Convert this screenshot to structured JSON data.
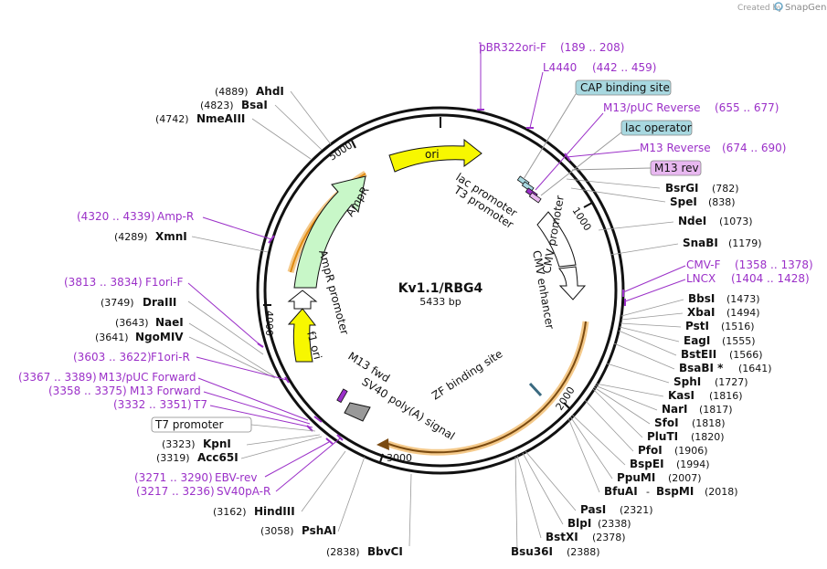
{
  "app": {
    "credit_prefix": "Created by",
    "credit_brand": "SnapGene"
  },
  "plasmid": {
    "name": "Kv1.1/RBG4",
    "size": "5433 bp"
  },
  "ticks": [
    "1000",
    "2000",
    "3000",
    "4000",
    "5000"
  ],
  "features_inner": [
    "ori",
    "AmpR",
    "AmpR promoter",
    "f1 ori",
    "CMV enhancer",
    "CMV promoter",
    "lac promoter",
    "T3 promoter",
    "ZF binding site",
    "M13 fwd",
    "SV40 poly(A) signal"
  ],
  "boxed": [
    "CAP binding site",
    "lac operator",
    "M13 rev",
    "T7 promoter"
  ],
  "primers": [
    {
      "name": "pBR322ori-F",
      "range": "(189 .. 208)"
    },
    {
      "name": "L4440",
      "range": "(442 .. 459)"
    },
    {
      "name": "M13/pUC Reverse",
      "range": "(655 .. 677)"
    },
    {
      "name": "M13 Reverse",
      "range": "(674 .. 690)"
    },
    {
      "name": "CMV-F",
      "range": "(1358 .. 1378)"
    },
    {
      "name": "LNCX",
      "range": "(1404 .. 1428)"
    },
    {
      "name": "Amp-R",
      "range": "(4320 .. 4339)"
    },
    {
      "name": "F1ori-F",
      "range": "(3813 .. 3834)"
    },
    {
      "name": "F1ori-R",
      "range": "(3603 .. 3622)"
    },
    {
      "name": "M13/pUC Forward",
      "range": "(3367 .. 3389)"
    },
    {
      "name": "M13 Forward",
      "range": "(3358 .. 3375)"
    },
    {
      "name": "T7",
      "range": "(3332 .. 3351)"
    },
    {
      "name": "EBV-rev",
      "range": "(3271 .. 3290)"
    },
    {
      "name": "SV40pA-R",
      "range": "(3217 .. 3236)"
    }
  ],
  "sites_right": [
    {
      "name": "BsrGI",
      "pos": "(782)"
    },
    {
      "name": "SpeI",
      "pos": "(838)"
    },
    {
      "name": "NdeI",
      "pos": "(1073)"
    },
    {
      "name": "SnaBI",
      "pos": "(1179)"
    },
    {
      "name": "BbsI",
      "pos": "(1473)"
    },
    {
      "name": "XbaI",
      "pos": "(1494)"
    },
    {
      "name": "PstI",
      "pos": "(1516)"
    },
    {
      "name": "EagI",
      "pos": "(1555)"
    },
    {
      "name": "BstEII",
      "pos": "(1566)"
    },
    {
      "name": "BsaBI *",
      "pos": "(1641)"
    },
    {
      "name": "SphI",
      "pos": "(1727)"
    },
    {
      "name": "KasI",
      "pos": "(1816)"
    },
    {
      "name": "NarI",
      "pos": "(1817)"
    },
    {
      "name": "SfoI",
      "pos": "(1818)"
    },
    {
      "name": "PluTI",
      "pos": "(1820)"
    },
    {
      "name": "PfoI",
      "pos": "(1906)"
    },
    {
      "name": "BspEI",
      "pos": "(1994)"
    },
    {
      "name": "PpuMI",
      "pos": "(2007)"
    },
    {
      "name": "BfuAI",
      "pos": "-"
    },
    {
      "name": "BspMI",
      "pos": "(2018)"
    },
    {
      "name": "PasI",
      "pos": "(2321)"
    },
    {
      "name": "BlpI",
      "pos": "(2338)"
    },
    {
      "name": "BstXI",
      "pos": "(2378)"
    },
    {
      "name": "Bsu36I",
      "pos": "(2388)"
    }
  ],
  "sites_left": [
    {
      "name": "AhdI",
      "pos": "(4889)"
    },
    {
      "name": "BsaI",
      "pos": "(4823)"
    },
    {
      "name": "NmeAIII",
      "pos": "(4742)"
    },
    {
      "name": "XmnI",
      "pos": "(4289)"
    },
    {
      "name": "DraIII",
      "pos": "(3749)"
    },
    {
      "name": "NaeI",
      "pos": "(3643)"
    },
    {
      "name": "NgoMIV",
      "pos": "(3641)"
    },
    {
      "name": "KpnI",
      "pos": "(3323)"
    },
    {
      "name": "Acc65I",
      "pos": "(3319)"
    },
    {
      "name": "HindIII",
      "pos": "(3162)"
    },
    {
      "name": "PshAI",
      "pos": "(3058)"
    },
    {
      "name": "BbvCI",
      "pos": "(2838)"
    }
  ],
  "colors": {
    "primer": "#9b30c8",
    "ori": "#f7f700",
    "ampr": "#c8f7c8",
    "orange": "#f0a030",
    "cap_box": "#a8d8e0",
    "m13rev_box": "#e8b8f0"
  }
}
